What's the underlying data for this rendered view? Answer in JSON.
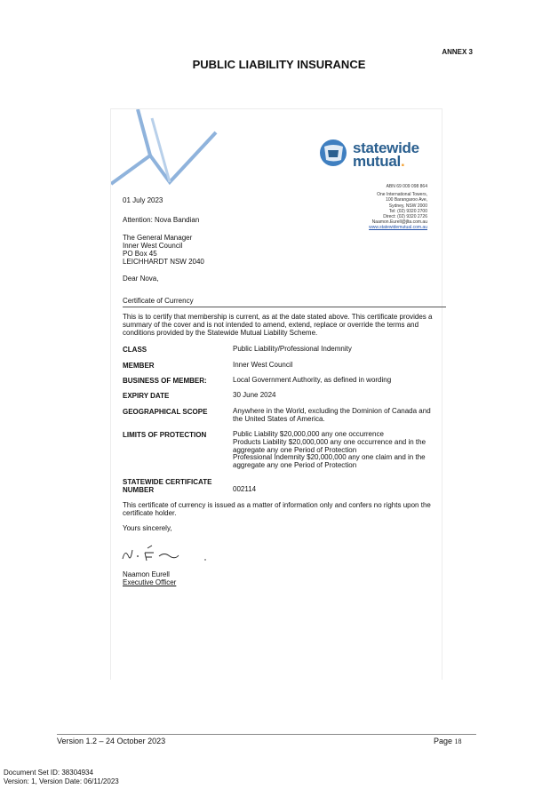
{
  "annex": "ANNEX 3",
  "title": "PUBLIC LIABILITY INSURANCE",
  "certificate": {
    "logo": {
      "line1": "statewide",
      "line2": "mutual",
      "dot": ".",
      "accent": "#2a5f8f",
      "dot_color": "#f2a33a"
    },
    "contact": {
      "abn": "ABN   69 009 098 864",
      "address1": "One International Towers,",
      "address2": "100 Barangaroo Ave,",
      "address3": "Sydney, NSW 2000",
      "tel": "Tel: (02) 9320 2700",
      "direct": "Direct: (02) 9320 2726",
      "email": "Naamon.Eurell@jlta.com.au",
      "web": "www.statewidemutual.com.au"
    },
    "date": "01 July 2023",
    "attention": "Attention: Nova Bandian",
    "address": [
      "The General Manager",
      "Inner West Council",
      "PO Box 45",
      "LEICHHARDT NSW 2040"
    ],
    "salutation": "Dear Nova,",
    "heading": "Certificate of Currency",
    "intro": "This is to certify that membership is current, as at the date stated above. This certificate provides a summary of the cover and is not intended to amend, extend, replace or override the terms and conditions provided by the Statewide Mutual Liability Scheme.",
    "rows": [
      {
        "label": "CLASS",
        "value": "Public Liability/Professional Indemnity"
      },
      {
        "label": "MEMBER",
        "value": "Inner West Council"
      },
      {
        "label": "BUSINESS OF MEMBER:",
        "value": "Local Government Authority, as defined in wording"
      },
      {
        "label": "EXPIRY DATE",
        "value": "30 June 2024"
      },
      {
        "label": "GEOGRAPHICAL SCOPE",
        "value": "Anywhere in the World, excluding the Dominion of Canada and the United States of America."
      },
      {
        "label": "LIMITS OF PROTECTION",
        "value_lines": [
          "Public Liability $20,000,000 any one occurrence",
          "Products Liability $20,000,000 any one occurrence and in the aggregate any one Period of Protection",
          "Professional Indemnity $20,000,000 any one claim and in the aggregate any one Period of Protection"
        ]
      },
      {
        "label": "STATEWIDE CERTIFICATE NUMBER",
        "value": "002114"
      }
    ],
    "disclaimer": "This certificate of currency is issued as a matter of information only and confers no rights upon the certificate holder.",
    "closing": "Yours sincerely,",
    "signer_name": "Naamon Eurell",
    "signer_title": "Executive Officer"
  },
  "footer": {
    "version": "Version 1.2 – 24 October 2023",
    "page_label": "Page",
    "page_number": "18"
  },
  "document_set": {
    "id": "Document Set ID: 38304934",
    "version": "Version: 1, Version Date: 06/11/2023"
  }
}
